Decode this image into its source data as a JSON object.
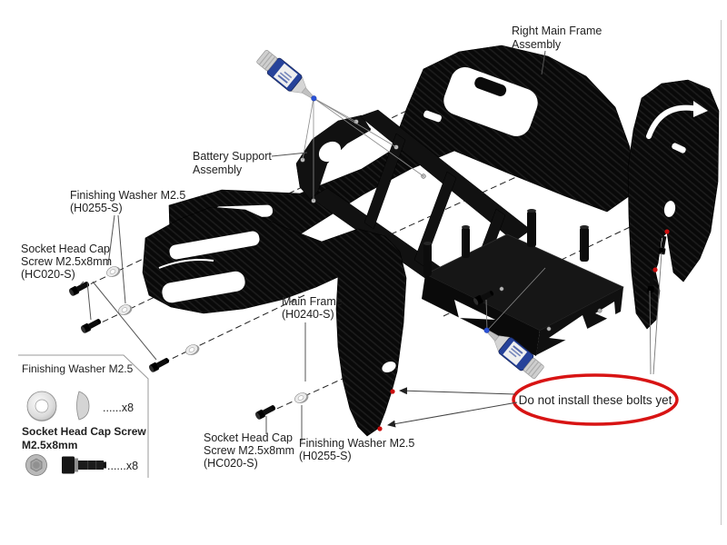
{
  "callouts": {
    "right_main_frame_assembly": {
      "line1": "Right Main Frame",
      "line2": "Assembly"
    },
    "battery_support_assembly": {
      "line1": "Battery Support",
      "line2": "Assembly"
    },
    "finishing_washer_upper": {
      "line1": "Finishing Washer M2.5",
      "line2": "(H0255-S)"
    },
    "socket_screw_left": {
      "line1": "Socket Head Cap",
      "line2": "Screw M2.5x8mm",
      "line3": "(HC020-S)"
    },
    "main_frame": {
      "line1": "Main Frame",
      "line2": "(H0240-S)"
    },
    "socket_screw_bottom": {
      "line1": "Socket Head Cap",
      "line2": "Screw M2.5x8mm",
      "line3": "(HC020-S)"
    },
    "finishing_washer_bottom": {
      "line1": "Finishing Washer M2.5",
      "line2": "(H0255-S)"
    },
    "warning_note": "Do not install these bolts yet"
  },
  "legend": {
    "washer": {
      "title": "Finishing Washer M2.5",
      "qty": "......x8"
    },
    "screw": {
      "title_line1": "Socket Head Cap Screw",
      "title_line2": "M2.5x8mm",
      "qty": "......x8"
    }
  },
  "colors": {
    "warning_red": "#d81414",
    "marker_red": "#cc0d0d",
    "glue_bottle_blue": "#26429a",
    "glue_drop_blue": "#2a52d8",
    "plate_black": "#0a0a0a",
    "leader_gray": "#555555"
  },
  "icons": {
    "glue_bottle": "thread-lock-bottle",
    "glue_drop": "glue-drop",
    "washer": "finishing-washer",
    "screw": "socket-head-cap-screw",
    "washer_top_view": "washer-top-view",
    "washer_side_view": "washer-side-view",
    "screw_top_view": "screw-head-top-view",
    "screw_side_view": "screw-side-view",
    "bolt_marker": "do-not-install-bolt-marker"
  }
}
